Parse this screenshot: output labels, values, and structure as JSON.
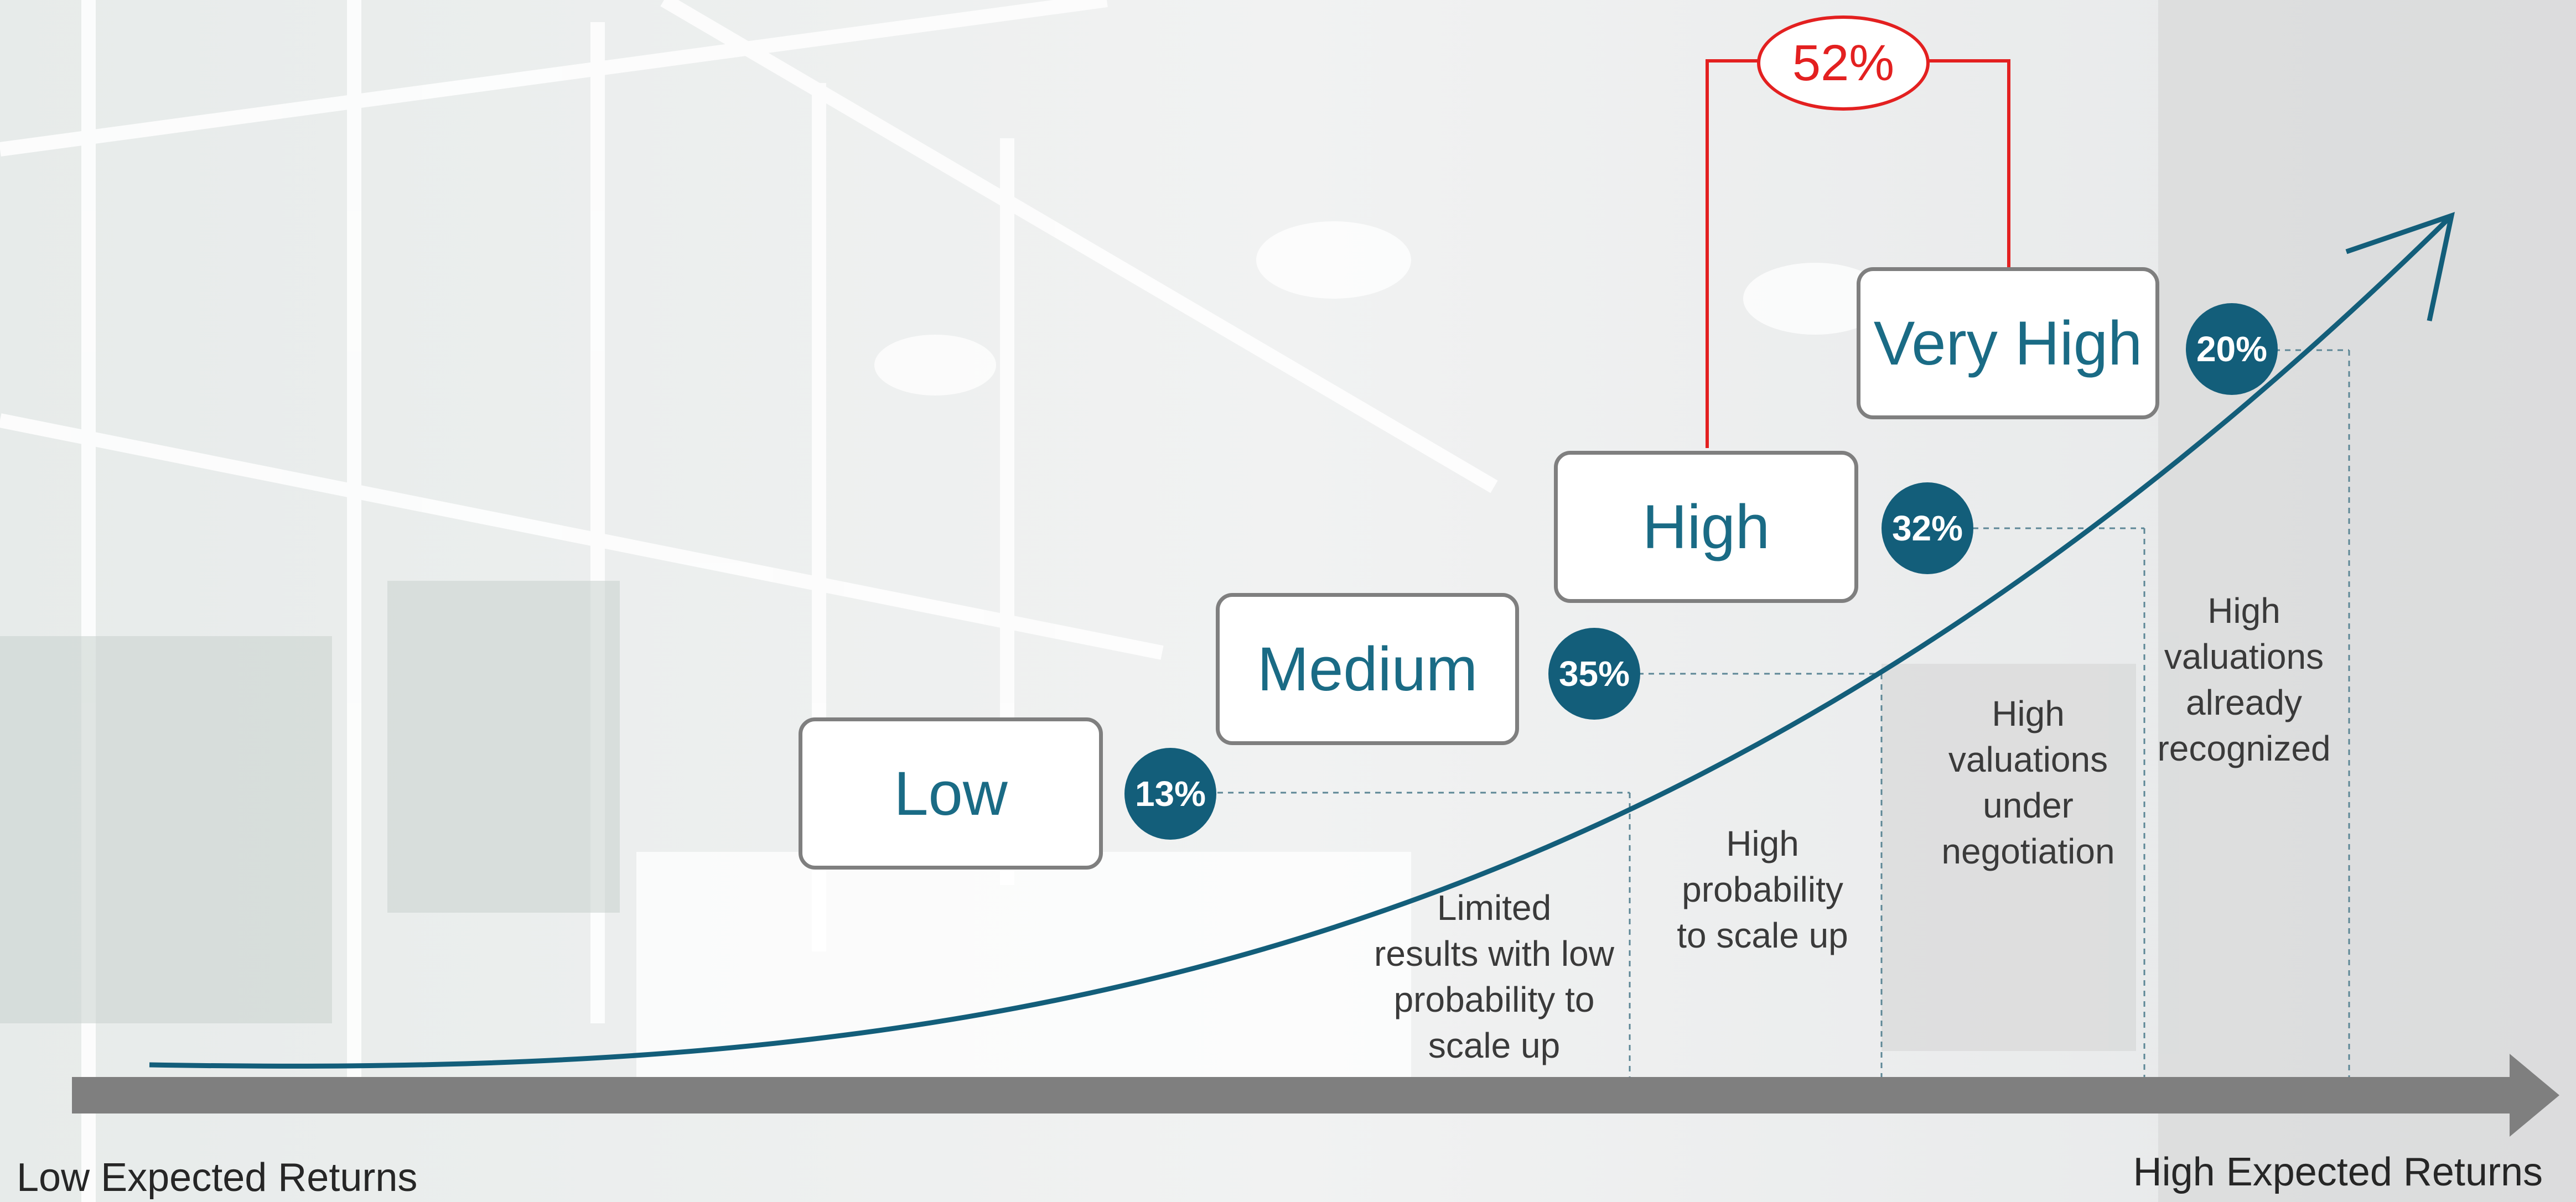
{
  "colors": {
    "accent": "#135e7a",
    "box_text": "#1a6b85",
    "callout": "#e32020",
    "arrow": "#7f7f7f"
  },
  "stages": [
    {
      "label": "Low",
      "percent": "13%",
      "description": "Limited\nresults with low\nprobability to\nscale up"
    },
    {
      "label": "Medium",
      "percent": "35%",
      "description": "High\nprobability\nto scale up"
    },
    {
      "label": "High",
      "percent": "32%",
      "description": "High\nvaluations\nunder\nnegotiation"
    },
    {
      "label": "Very High",
      "percent": "20%",
      "description": "High\nvaluations\nalready\nrecognized"
    }
  ],
  "callout": {
    "text": "52%"
  },
  "axis": {
    "left_label": "Low Expected Returns",
    "right_label": "High Expected Returns"
  }
}
